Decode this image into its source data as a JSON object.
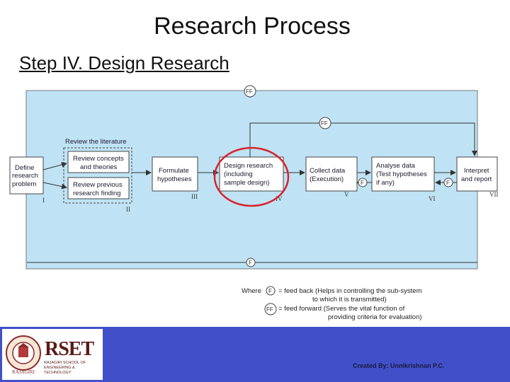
{
  "slide": {
    "title": "Research Process",
    "subtitle": "Step IV. Design Research"
  },
  "diagram": {
    "boxes": {
      "define": [
        "Define",
        "research",
        "problem"
      ],
      "review_header": "Review the literature",
      "review_concepts": [
        "Review concepts",
        "and theories"
      ],
      "review_previous": [
        "Review previous",
        "research finding"
      ],
      "formulate": [
        "Formulate",
        "hypotheses"
      ],
      "design": [
        "Design research",
        "(including",
        "sample design)"
      ],
      "collect": [
        "Collect data",
        "(Execution)"
      ],
      "analyse": [
        "Analyse data",
        "(Test hypotheses",
        "if any)"
      ],
      "interpret": [
        "Interpret",
        "and report"
      ]
    },
    "numerals": [
      "I",
      "II",
      "III",
      "IV",
      "V",
      "VI",
      "VII"
    ],
    "markers": {
      "ff": "FF",
      "f": "F"
    },
    "highlight_color": "#d9232d",
    "panel_color": "#bfe3f5"
  },
  "legend": {
    "where": "Where",
    "f_marker": "F",
    "f_line1": "= feed back (Helps in controlling the sub-system",
    "f_line2": "to which it is transmitted)",
    "ff_marker": "FF",
    "ff_line1": "= feed forward (Serves the vital function of",
    "ff_line2": "providing criteria for evaluation)"
  },
  "footer": {
    "logo_name": "RSET",
    "logo_subtext": "RAJAGIRI SCHOOL OF ENGINEERING & TECHNOLOGY",
    "seal_text": "RAJAGIRI",
    "credit": "Created By: Unnikrishnan P.C.",
    "bar_color": "#4150c9"
  }
}
